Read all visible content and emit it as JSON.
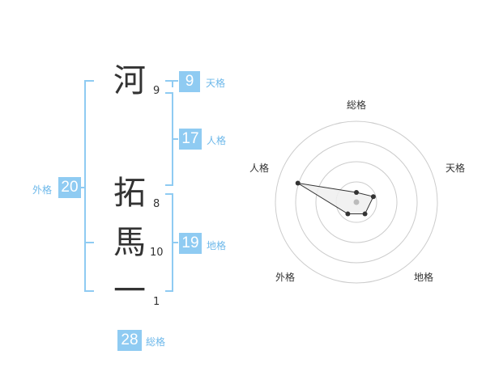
{
  "name": {
    "chars": [
      {
        "char": "河",
        "strokes": "9"
      },
      {
        "char": "拓",
        "strokes": "8"
      },
      {
        "char": "馬",
        "strokes": "10"
      },
      {
        "char": "一",
        "strokes": "1"
      }
    ]
  },
  "fortunes": {
    "tenkaku": {
      "value": "9",
      "label": "天格"
    },
    "jinkaku": {
      "value": "17",
      "label": "人格"
    },
    "chikaku": {
      "value": "19",
      "label": "地格"
    },
    "gaikaku": {
      "value": "20",
      "label": "外格"
    },
    "soukaku": {
      "value": "28",
      "label": "総格"
    }
  },
  "chart_data": {
    "type": "radar",
    "axes": [
      "総格",
      "天格",
      "地格",
      "外格",
      "人格"
    ],
    "values": [
      0.12,
      0.22,
      0.18,
      0.18,
      0.76
    ],
    "range": [
      0,
      1
    ],
    "rings": 4,
    "grid": true,
    "colors": {
      "ring": "#cccccc",
      "fill": "#eeeeee",
      "line": "#333333",
      "point": "#333333",
      "center": "#bbbbbb"
    }
  },
  "colors": {
    "accent": "#8fcbf2",
    "accent_text": "#6db8ea",
    "bracket": "#8fcbf2",
    "text": "#333333"
  }
}
